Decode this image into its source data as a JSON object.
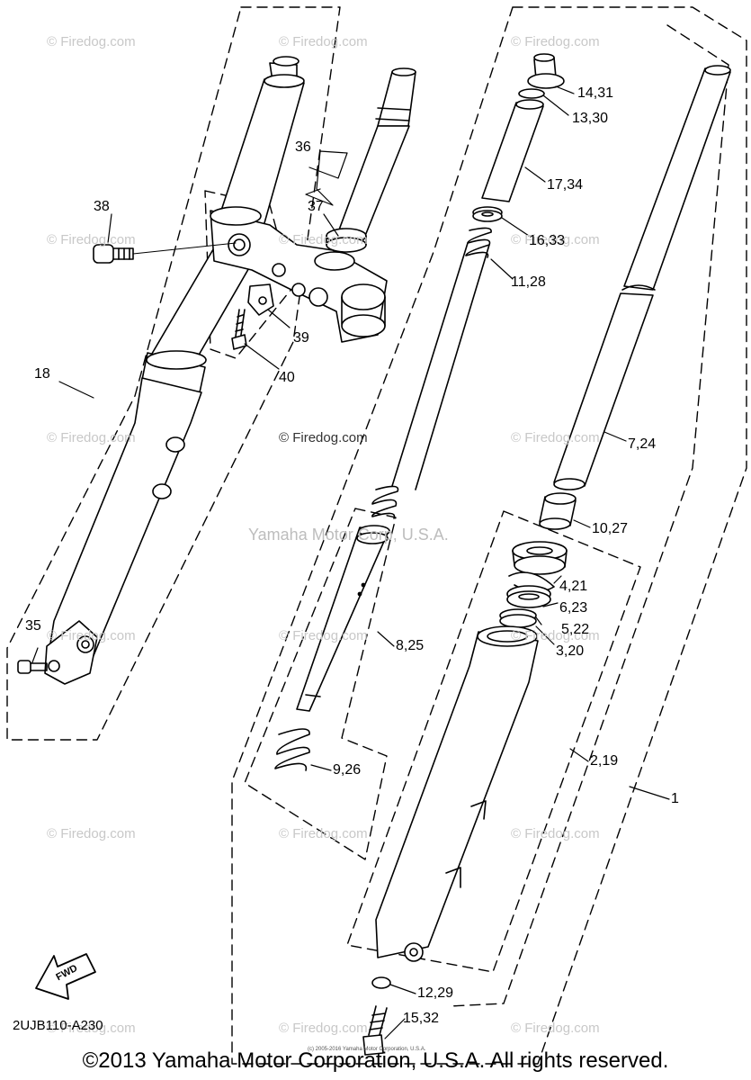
{
  "watermarks": {
    "firedog": "© Firedog.com",
    "firedog_strong": "© Firedog.com",
    "yamaha": "Yamaha Motor Corp, U.S.A."
  },
  "part_labels": [
    {
      "id": "p18",
      "text": "18"
    },
    {
      "id": "p38",
      "text": "38"
    },
    {
      "id": "p36",
      "text": "36"
    },
    {
      "id": "p37",
      "text": "37"
    },
    {
      "id": "p39",
      "text": "39"
    },
    {
      "id": "p40",
      "text": "40"
    },
    {
      "id": "p35",
      "text": "35"
    },
    {
      "id": "p14",
      "text": "14,31"
    },
    {
      "id": "p13",
      "text": "13,30"
    },
    {
      "id": "p17",
      "text": "17,34"
    },
    {
      "id": "p16",
      "text": "16,33"
    },
    {
      "id": "p11",
      "text": "11,28"
    },
    {
      "id": "p7",
      "text": "7,24"
    },
    {
      "id": "p10",
      "text": "10,27"
    },
    {
      "id": "p4",
      "text": "4,21"
    },
    {
      "id": "p6",
      "text": "6,23"
    },
    {
      "id": "p5",
      "text": "5,22"
    },
    {
      "id": "p3",
      "text": "3,20"
    },
    {
      "id": "p8",
      "text": "8,25"
    },
    {
      "id": "p9",
      "text": "9,26"
    },
    {
      "id": "p2",
      "text": "2,19"
    },
    {
      "id": "p1",
      "text": "1"
    },
    {
      "id": "p12",
      "text": "12,29"
    },
    {
      "id": "p15",
      "text": "15,32"
    }
  ],
  "fwd_label": "FWD",
  "diagram_code": "2UJB110-A230",
  "footer_small": "(c) 2005-2016 Yamaha Motor Corporation, U.S.A.",
  "footer": "©2013 Yamaha Motor Corporation, U.S.A. All rights reserved."
}
